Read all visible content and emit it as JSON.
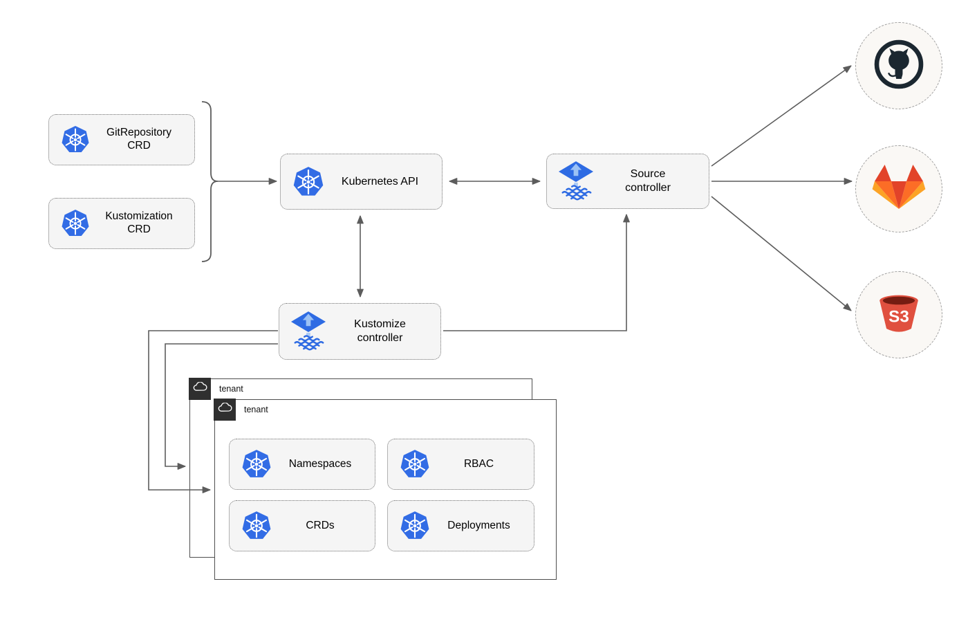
{
  "colors": {
    "kubernetes_blue": "#326CE5",
    "flux_blue": "#2E6BE3",
    "flux_arrow_light": "#9CC2F5",
    "node_fill": "#F5F5F5",
    "node_border": "#707070",
    "arrow_gray": "#5C5C5C",
    "tenant_border": "#4D4D4D",
    "tenant_header_bg": "#2F2F2F",
    "github_dark": "#1B2730",
    "gitlab_red": "#E24329",
    "gitlab_orange": "#FC6D26",
    "gitlab_light_orange": "#FCA326",
    "s3_red": "#E0503F",
    "s3_dark": "#751D12",
    "provider_circle_fill": "#FAF8F5",
    "provider_circle_border": "#9E9E9E",
    "text_color": "#000000"
  },
  "nodes": {
    "gitrepository_crd": {
      "line1": "GitRepository",
      "line2": "CRD"
    },
    "kustomization_crd": {
      "line1": "Kustomization",
      "line2": "CRD"
    },
    "kubernetes_api": {
      "label": "Kubernetes API"
    },
    "source_controller": {
      "line1": "Source",
      "line2": "controller"
    },
    "kustomize_controller": {
      "line1": "Kustomize",
      "line2": "controller"
    },
    "namespaces": {
      "label": "Namespaces"
    },
    "rbac": {
      "label": "RBAC"
    },
    "crds": {
      "label": "CRDs"
    },
    "deployments": {
      "label": "Deployments"
    }
  },
  "tenants": {
    "outer": {
      "label": "tenant"
    },
    "inner": {
      "label": "tenant"
    }
  },
  "providers": {
    "s3": {
      "badge_label": "S3"
    }
  },
  "icons": {
    "kubernetes": "kubernetes-helm-wheel-icon",
    "flux": "flux-diamond-arrow-waves-icon",
    "cloud": "cloud-outline-icon",
    "github": "github-octocat-icon",
    "gitlab": "gitlab-tanuki-icon",
    "s3": "s3-bucket-icon"
  }
}
